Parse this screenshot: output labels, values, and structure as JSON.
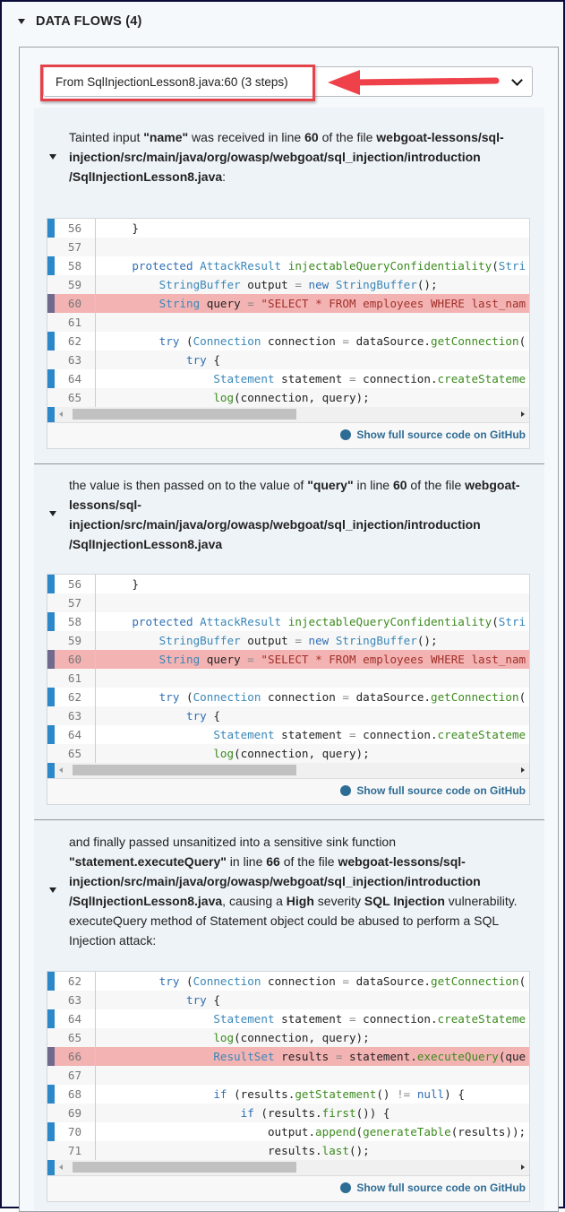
{
  "header": {
    "title": "DATA FLOWS (4)"
  },
  "flow_select": {
    "value": "From SqlInjectionLesson8.java:60 (3 steps)"
  },
  "github_link": "Show full source code on GitHub",
  "steps": [
    {
      "text": [
        [
          "",
          "Tainted input "
        ],
        [
          "b",
          "\"name\""
        ],
        [
          "",
          " was received in line "
        ],
        [
          "b",
          "60"
        ],
        [
          "",
          " of the file "
        ],
        [
          "b",
          "webgoat-lessons/sql-injection/src/main/java/org/owasp/webgoat/sql_injection/introduction /SqlInjectionLesson8.java"
        ],
        [
          "",
          ":"
        ]
      ],
      "code": [
        {
          "n": "56",
          "hl": false,
          "tok": [
            [
              "",
              "    }"
            ]
          ]
        },
        {
          "n": "57",
          "hl": false,
          "tok": []
        },
        {
          "n": "58",
          "hl": false,
          "tok": [
            [
              "k",
              "    protected "
            ],
            [
              "t",
              "AttackResult "
            ],
            [
              "m",
              "injectableQueryConfidentiality"
            ],
            [
              "",
              "("
            ],
            [
              "t",
              "Stri"
            ]
          ]
        },
        {
          "n": "59",
          "hl": false,
          "tok": [
            [
              "t",
              "        StringBuffer "
            ],
            [
              "",
              "output "
            ],
            [
              "o",
              "= "
            ],
            [
              "k",
              "new "
            ],
            [
              "t",
              "StringBuffer"
            ],
            [
              "",
              "();"
            ]
          ]
        },
        {
          "n": "60",
          "hl": true,
          "tok": [
            [
              "t",
              "        String "
            ],
            [
              "",
              "query "
            ],
            [
              "o",
              "= "
            ],
            [
              "s",
              "\"SELECT * FROM employees WHERE last_nam"
            ]
          ]
        },
        {
          "n": "61",
          "hl": false,
          "tok": []
        },
        {
          "n": "62",
          "hl": false,
          "tok": [
            [
              "k",
              "        try "
            ],
            [
              "",
              "("
            ],
            [
              "t",
              "Connection "
            ],
            [
              "",
              "connection "
            ],
            [
              "o",
              "= "
            ],
            [
              "",
              "dataSource."
            ],
            [
              "m",
              "getConnection"
            ],
            [
              "",
              "("
            ]
          ]
        },
        {
          "n": "63",
          "hl": false,
          "tok": [
            [
              "k",
              "            try "
            ],
            [
              "",
              "{"
            ]
          ]
        },
        {
          "n": "64",
          "hl": false,
          "tok": [
            [
              "t",
              "                Statement "
            ],
            [
              "",
              "statement "
            ],
            [
              "o",
              "= "
            ],
            [
              "",
              "connection."
            ],
            [
              "m",
              "createStateme"
            ]
          ]
        },
        {
          "n": "65",
          "hl": false,
          "tok": [
            [
              "m",
              "                log"
            ],
            [
              "",
              "(connection, query);"
            ]
          ]
        }
      ]
    },
    {
      "text": [
        [
          "",
          "the value is then passed on to the value of "
        ],
        [
          "b",
          "\"query\""
        ],
        [
          "",
          " in line "
        ],
        [
          "b",
          "60"
        ],
        [
          "",
          " of the file "
        ],
        [
          "b",
          "webgoat-lessons/sql-injection/src/main/java/org/owasp/webgoat/sql_injection/introduction /SqlInjectionLesson8.java"
        ]
      ],
      "code": [
        {
          "n": "56",
          "hl": false,
          "tok": [
            [
              "",
              "    }"
            ]
          ]
        },
        {
          "n": "57",
          "hl": false,
          "tok": []
        },
        {
          "n": "58",
          "hl": false,
          "tok": [
            [
              "k",
              "    protected "
            ],
            [
              "t",
              "AttackResult "
            ],
            [
              "m",
              "injectableQueryConfidentiality"
            ],
            [
              "",
              "("
            ],
            [
              "t",
              "Stri"
            ]
          ]
        },
        {
          "n": "59",
          "hl": false,
          "tok": [
            [
              "t",
              "        StringBuffer "
            ],
            [
              "",
              "output "
            ],
            [
              "o",
              "= "
            ],
            [
              "k",
              "new "
            ],
            [
              "t",
              "StringBuffer"
            ],
            [
              "",
              "();"
            ]
          ]
        },
        {
          "n": "60",
          "hl": true,
          "tok": [
            [
              "t",
              "        String "
            ],
            [
              "",
              "query "
            ],
            [
              "o",
              "= "
            ],
            [
              "s",
              "\"SELECT * FROM employees WHERE last_nam"
            ]
          ]
        },
        {
          "n": "61",
          "hl": false,
          "tok": []
        },
        {
          "n": "62",
          "hl": false,
          "tok": [
            [
              "k",
              "        try "
            ],
            [
              "",
              "("
            ],
            [
              "t",
              "Connection "
            ],
            [
              "",
              "connection "
            ],
            [
              "o",
              "= "
            ],
            [
              "",
              "dataSource."
            ],
            [
              "m",
              "getConnection"
            ],
            [
              "",
              "("
            ]
          ]
        },
        {
          "n": "63",
          "hl": false,
          "tok": [
            [
              "k",
              "            try "
            ],
            [
              "",
              "{"
            ]
          ]
        },
        {
          "n": "64",
          "hl": false,
          "tok": [
            [
              "t",
              "                Statement "
            ],
            [
              "",
              "statement "
            ],
            [
              "o",
              "= "
            ],
            [
              "",
              "connection."
            ],
            [
              "m",
              "createStateme"
            ]
          ]
        },
        {
          "n": "65",
          "hl": false,
          "tok": [
            [
              "m",
              "                log"
            ],
            [
              "",
              "(connection, query);"
            ]
          ]
        }
      ]
    },
    {
      "text": [
        [
          "",
          "and finally passed unsanitized into a sensitive sink function "
        ],
        [
          "b",
          "\"statement.executeQuery\""
        ],
        [
          "",
          " in line "
        ],
        [
          "b",
          "66"
        ],
        [
          "",
          " of the file "
        ],
        [
          "b",
          "webgoat-lessons/sql-injection/src/main/java/org/owasp/webgoat/sql_injection/introduction /SqlInjectionLesson8.java"
        ],
        [
          "",
          ", causing a "
        ],
        [
          "b",
          "High"
        ],
        [
          "",
          " severity "
        ],
        [
          "b",
          "SQL Injection"
        ],
        [
          "",
          " vulnerability. executeQuery method of Statement object could be abused to perform a SQL Injection attack:"
        ]
      ],
      "code": [
        {
          "n": "62",
          "hl": false,
          "tok": [
            [
              "k",
              "        try "
            ],
            [
              "",
              "("
            ],
            [
              "t",
              "Connection "
            ],
            [
              "",
              "connection "
            ],
            [
              "o",
              "= "
            ],
            [
              "",
              "dataSource."
            ],
            [
              "m",
              "getConnection"
            ],
            [
              "",
              "("
            ]
          ]
        },
        {
          "n": "63",
          "hl": false,
          "tok": [
            [
              "k",
              "            try "
            ],
            [
              "",
              "{"
            ]
          ]
        },
        {
          "n": "64",
          "hl": false,
          "tok": [
            [
              "t",
              "                Statement "
            ],
            [
              "",
              "statement "
            ],
            [
              "o",
              "= "
            ],
            [
              "",
              "connection."
            ],
            [
              "m",
              "createStateme"
            ]
          ]
        },
        {
          "n": "65",
          "hl": false,
          "tok": [
            [
              "m",
              "                log"
            ],
            [
              "",
              "(connection, query);"
            ]
          ]
        },
        {
          "n": "66",
          "hl": true,
          "tok": [
            [
              "t",
              "                ResultSet "
            ],
            [
              "",
              "results "
            ],
            [
              "o",
              "= "
            ],
            [
              "",
              "statement."
            ],
            [
              "m",
              "executeQuery"
            ],
            [
              "",
              "(que"
            ]
          ]
        },
        {
          "n": "67",
          "hl": false,
          "tok": []
        },
        {
          "n": "68",
          "hl": false,
          "tok": [
            [
              "k",
              "                if "
            ],
            [
              "",
              "(results."
            ],
            [
              "m",
              "getStatement"
            ],
            [
              "",
              "() "
            ],
            [
              "o",
              "!= "
            ],
            [
              "k",
              "null"
            ],
            [
              "",
              ") {"
            ]
          ]
        },
        {
          "n": "69",
          "hl": false,
          "tok": [
            [
              "k",
              "                    if "
            ],
            [
              "",
              "(results."
            ],
            [
              "m",
              "first"
            ],
            [
              "",
              "()) {"
            ]
          ]
        },
        {
          "n": "70",
          "hl": false,
          "tok": [
            [
              "",
              "                        output."
            ],
            [
              "m",
              "append"
            ],
            [
              "",
              "("
            ],
            [
              "m",
              "generateTable"
            ],
            [
              "",
              "(results));"
            ]
          ]
        },
        {
          "n": "71",
          "hl": false,
          "tok": [
            [
              "",
              "                        results."
            ],
            [
              "m",
              "last"
            ],
            [
              "",
              "();"
            ]
          ]
        }
      ]
    }
  ]
}
